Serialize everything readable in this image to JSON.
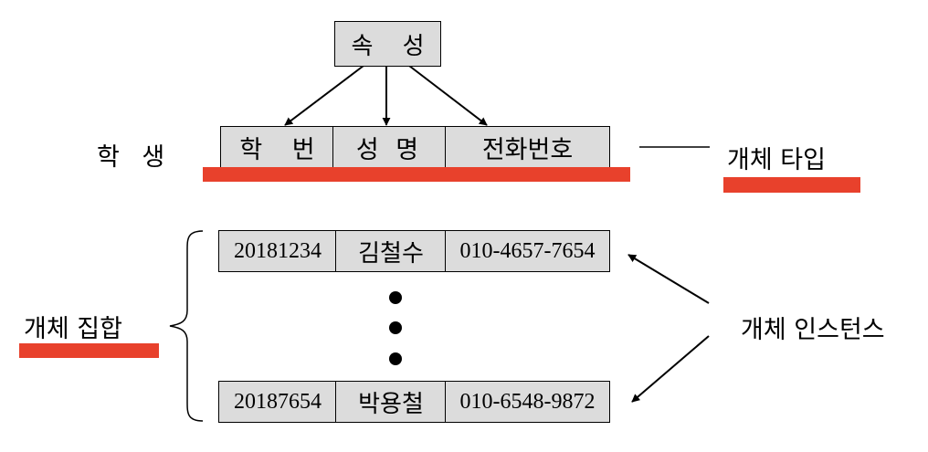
{
  "attribute": {
    "label": "속 성"
  },
  "entity_type": {
    "name": "학 생",
    "fields": [
      "학 번",
      "성 명",
      "전화번호"
    ],
    "caption": "개체 타입"
  },
  "entity_set": {
    "caption": "개체 집합",
    "rows": [
      {
        "id": "20181234",
        "name": "김철수",
        "phone": "010-4657-7654"
      },
      {
        "id": "20187654",
        "name": "박용철",
        "phone": "010-6548-9872"
      }
    ]
  },
  "instance_caption": "개체 인스턴스",
  "colors": {
    "accent": "#e8412c",
    "box_fill": "#dcdcdc",
    "line": "#000000"
  }
}
